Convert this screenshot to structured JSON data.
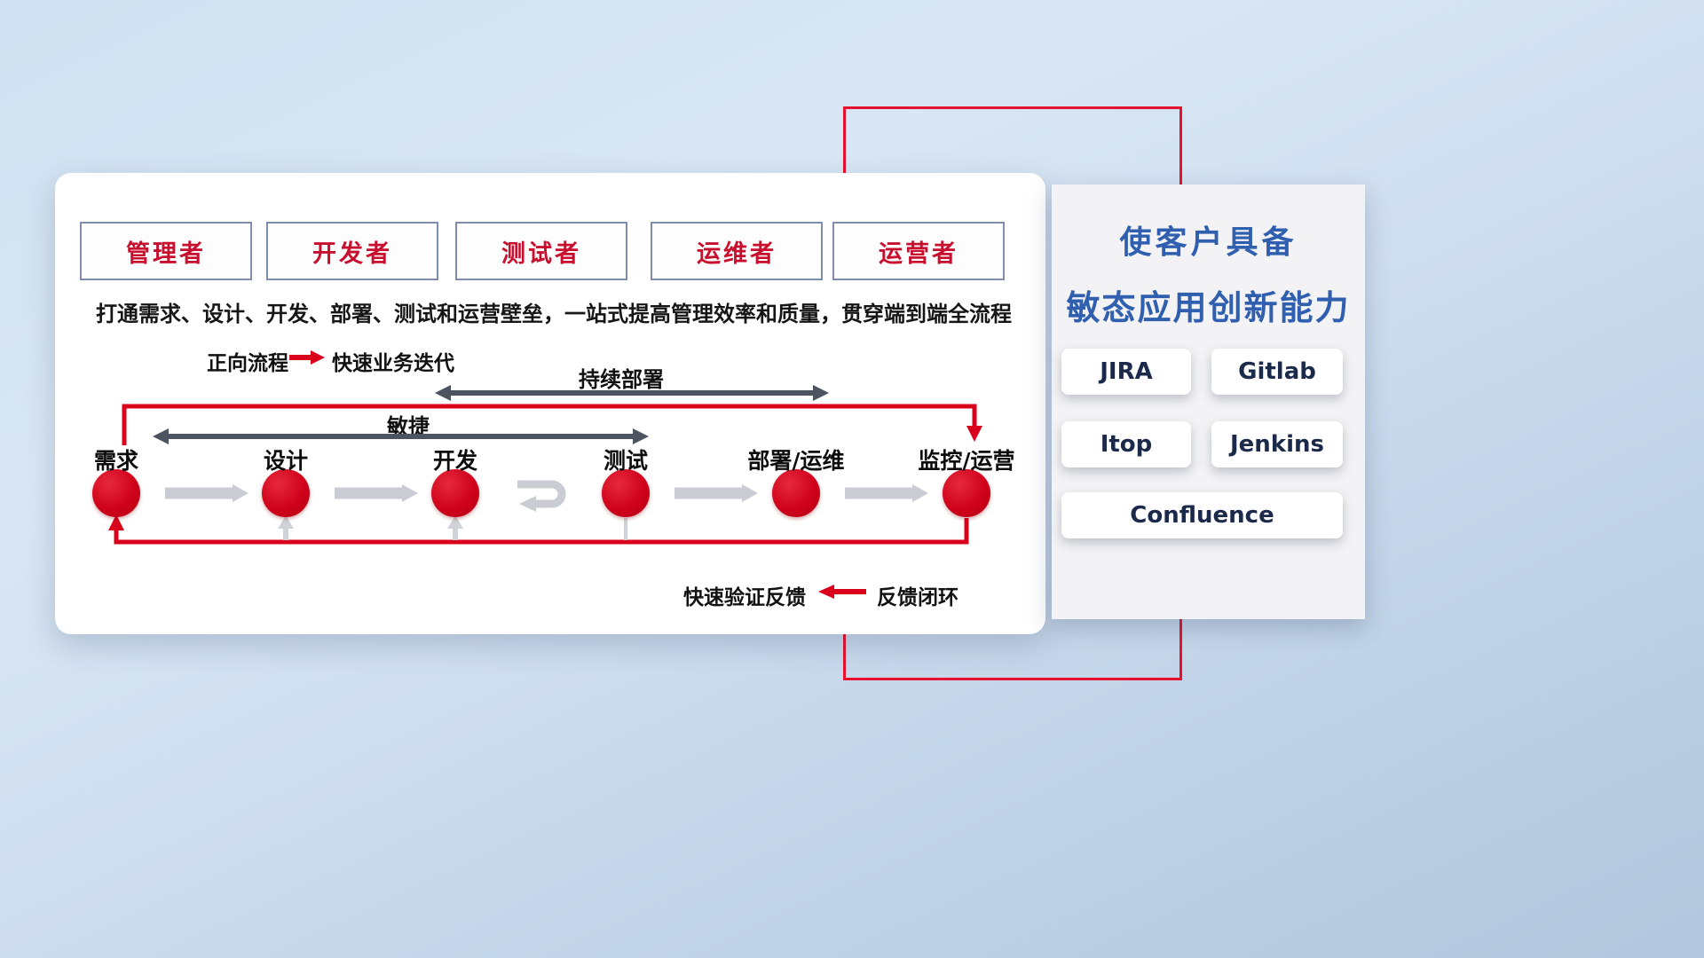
{
  "roles": [
    {
      "label": "管理者"
    },
    {
      "label": "开发者"
    },
    {
      "label": "测试者"
    },
    {
      "label": "运维者"
    },
    {
      "label": "运营者"
    }
  ],
  "description": "打通需求、设计、开发、部署、测试和运营壁垒，一站式提高管理效率和质量，贯穿端到端全流程",
  "forward_legend": {
    "label": "正向流程",
    "value": "快速业务迭代"
  },
  "feedback_legend": {
    "label": "快速验证反馈",
    "value": "反馈闭环"
  },
  "flow": {
    "span_arrows": {
      "agile": "敏捷",
      "continuous_deploy": "持续部署"
    },
    "stages": [
      {
        "label": "需求"
      },
      {
        "label": "设计"
      },
      {
        "label": "开发"
      },
      {
        "label": "测试"
      },
      {
        "label": "部署/运维"
      },
      {
        "label": "监控/运营"
      }
    ]
  },
  "right_panel": {
    "title_line1": "使客户具备",
    "title_line2": "敏态应用创新能力",
    "tools": [
      {
        "label": "JIRA"
      },
      {
        "label": "Gitlab"
      },
      {
        "label": "Itop"
      },
      {
        "label": "Jenkins"
      },
      {
        "label": "Confluence"
      }
    ]
  },
  "colors": {
    "accent_red": "#d9001b",
    "title_blue": "#2f5fae",
    "role_text_red": "#c8102e",
    "dark_arrow": "#4d5461",
    "gray_arrow": "#c9ccd2"
  }
}
